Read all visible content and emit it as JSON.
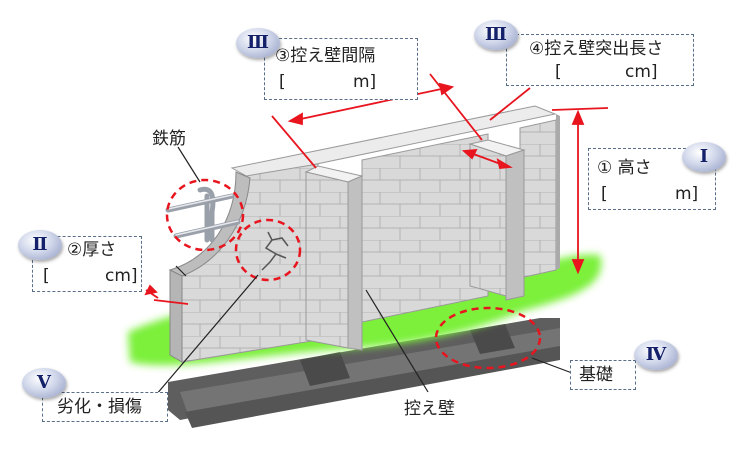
{
  "labels": {
    "spacing": {
      "badge": "Ⅲ",
      "line1": "③控え壁間隔",
      "bracket_open": "[",
      "unit": "m]"
    },
    "projection": {
      "badge": "Ⅲ",
      "line1": "④控え壁突出長さ",
      "bracket_open": "[",
      "unit": "cm]"
    },
    "height": {
      "badge": "Ⅰ",
      "line1": "① 高さ",
      "bracket_open": "[",
      "unit": "m]"
    },
    "thickness": {
      "badge": "Ⅱ",
      "line1": "②厚さ",
      "bracket_open": "[",
      "unit": "cm]"
    },
    "deterioration": {
      "badge": "Ⅴ",
      "text": "劣化・損傷"
    },
    "foundation": {
      "badge": "Ⅳ",
      "text": "基礎"
    },
    "rebar": "鉄筋",
    "buttress": "控え壁"
  },
  "colors": {
    "wall_face": "#dadada",
    "wall_side": "#bcbcbc",
    "wall_top": "#ececec",
    "footing": "#6f6f6f",
    "grass": "#7cf03a",
    "dimension_red": "#e8141e",
    "box_border": "#5a6e88",
    "badge_text": "#14206a"
  }
}
